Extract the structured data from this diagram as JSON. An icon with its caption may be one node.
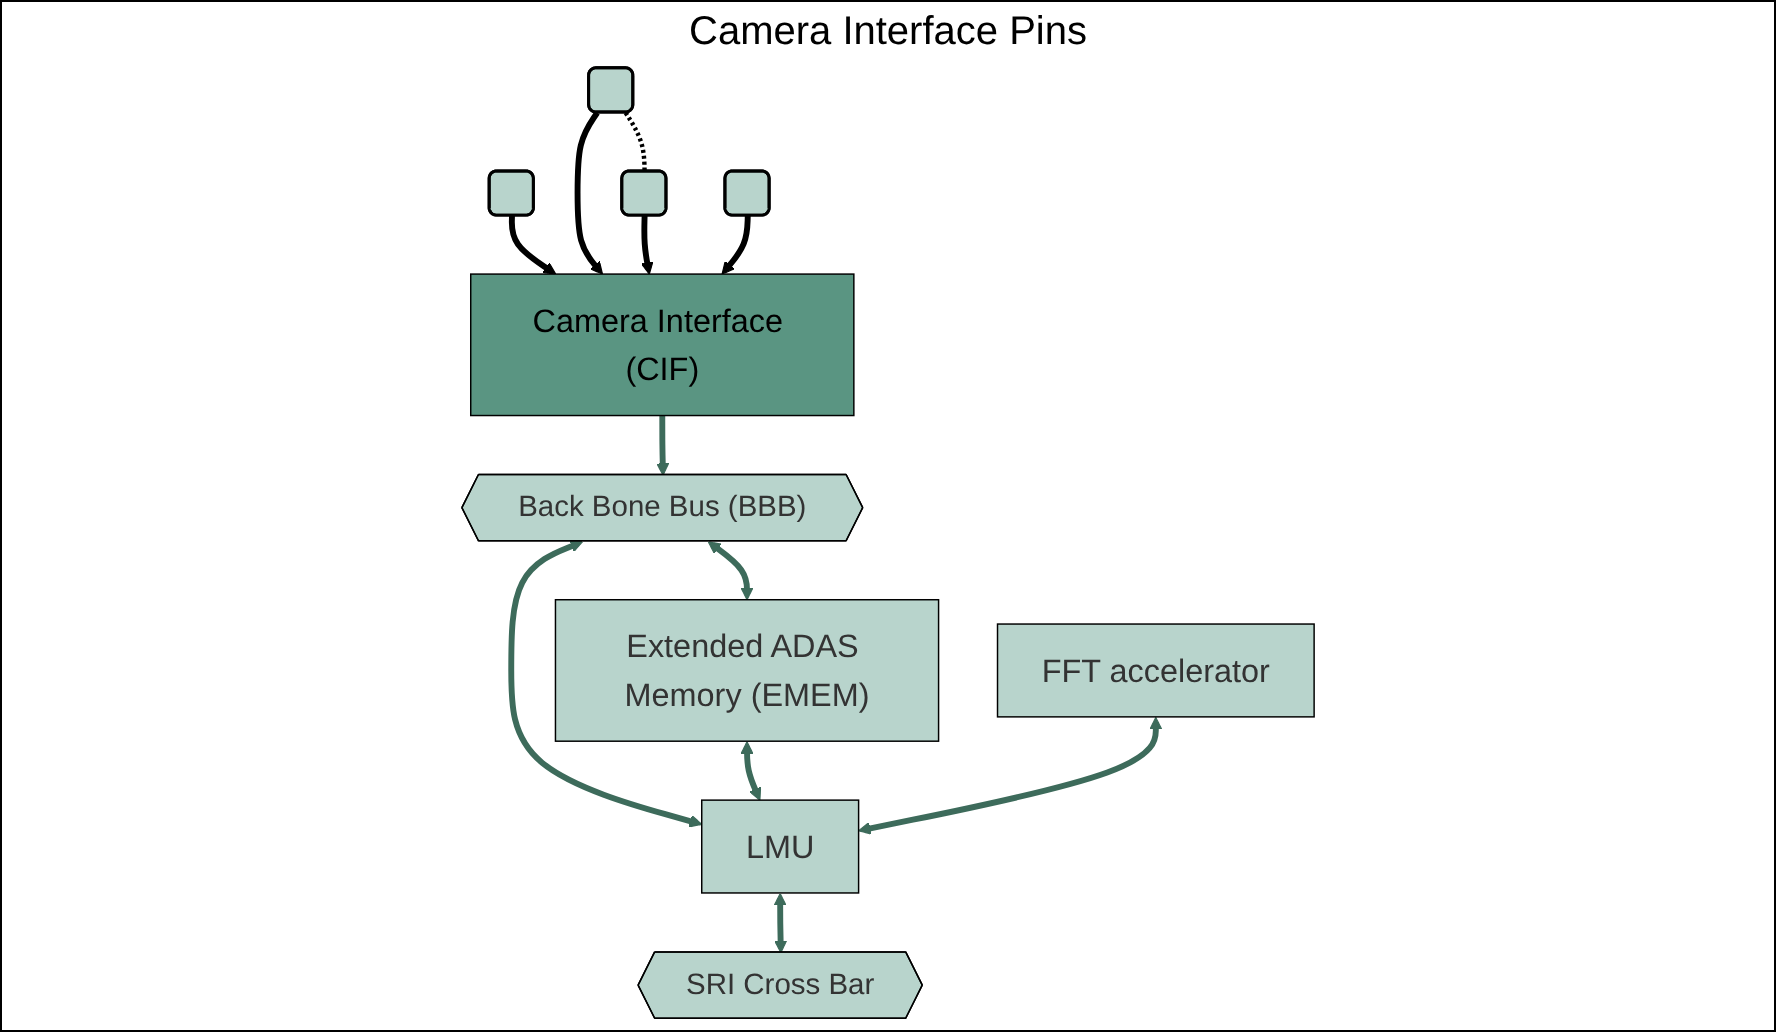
{
  "diagram": {
    "nodes": [
      {
        "text": [],
        "shape": "box"
      },
      {
        "text": [],
        "shape": "box"
      },
      {
        "text": [],
        "shape": "box"
      },
      {
        "text": [],
        "shape": "box"
      },
      {
        "text": [
          "Camera Interface (CIF)"
        ]
      },
      {
        "text": [
          "Back Bone Bus (BBB)"
        ]
      },
      {
        "text": [
          "Extended ADAS Memory (EMEM)"
        ]
      },
      {
        "text": [
          "FFT accelerator"
        ]
      },
      {
        "text": [
          "LMU"
        ]
      },
      {
        "text": [
          "SRI Cross Bar"
        ]
      }
    ],
    "edges": [
      {
        "from": 0,
        "to": 4,
        "arrow": "to",
        "color": "#000000"
      },
      {
        "from": 1,
        "to": 4,
        "arrow": "to",
        "color": "#000000"
      },
      {
        "from": 2,
        "to": 4,
        "arrow": "to",
        "color": "#000000"
      },
      {
        "from": 3,
        "to": 4,
        "arrow": "to",
        "color": "#000000"
      },
      {
        "from": 1,
        "to": 2,
        "arrow": "none",
        "style": "dashed",
        "color": "#000000"
      },
      {
        "from": 4,
        "to": 5,
        "arrow": "to"
      },
      {
        "from": 5,
        "to": 6,
        "arrow": "both"
      },
      {
        "from": 5,
        "to": 8,
        "arrow": "both"
      },
      {
        "from": 6,
        "to": 8,
        "arrow": "both"
      },
      {
        "from": 7,
        "to": 8,
        "arrow": "both"
      },
      {
        "from": 8,
        "to": 9,
        "arrow": "both"
      }
    ],
    "labels": [
      "Camera Interface Pins"
    ]
  }
}
